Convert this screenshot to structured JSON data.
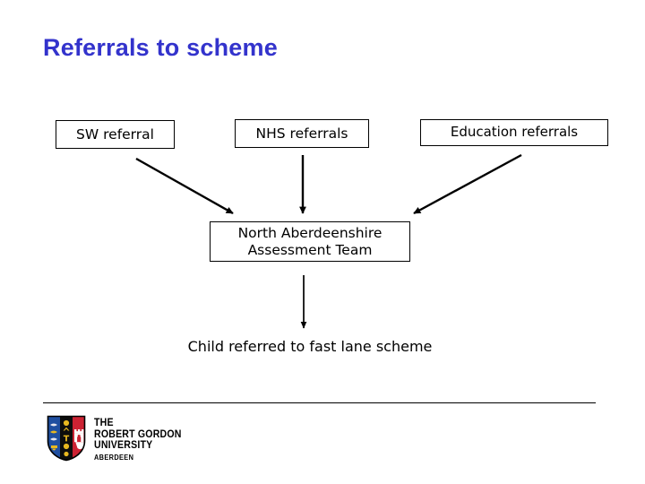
{
  "slide": {
    "title": "Referrals to scheme",
    "title_color": "#3333CC",
    "background_color": "#FFFFFF",
    "text_color": "#000000"
  },
  "diagram": {
    "type": "flowchart",
    "sources": [
      {
        "id": "sw",
        "label": "SW referral"
      },
      {
        "id": "nhs",
        "label": "NHS referrals"
      },
      {
        "id": "education",
        "label": "Education referrals"
      }
    ],
    "assessment": {
      "id": "assessment",
      "line1": "North Aberdeenshire",
      "line2": "Assessment Team"
    },
    "outcome": {
      "id": "outcome",
      "label": "Child referred to fast lane scheme"
    },
    "connectors": [
      {
        "from": "sw",
        "to": "assessment",
        "style": "diagonal-down-right",
        "arrowhead": "solid"
      },
      {
        "from": "nhs",
        "to": "assessment",
        "style": "vertical-down",
        "arrowhead": "solid"
      },
      {
        "from": "education",
        "to": "assessment",
        "style": "diagonal-down-left",
        "arrowhead": "solid"
      },
      {
        "from": "assessment",
        "to": "outcome",
        "style": "vertical-down",
        "arrowhead": "solid"
      }
    ]
  },
  "footer": {
    "divider": true,
    "logo": {
      "name": "robert-gordon-university-logo",
      "wordmark": [
        "THE",
        "ROBERT GORDON",
        "UNIVERSITY"
      ],
      "subtitle": "ABERDEEN",
      "shield_colors": {
        "left_band": "#1F4FA0",
        "center_band": "#0D0D0D",
        "right_band": "#CC2233",
        "charge": "#FFFFFF",
        "gold": "#E8B820"
      }
    }
  }
}
